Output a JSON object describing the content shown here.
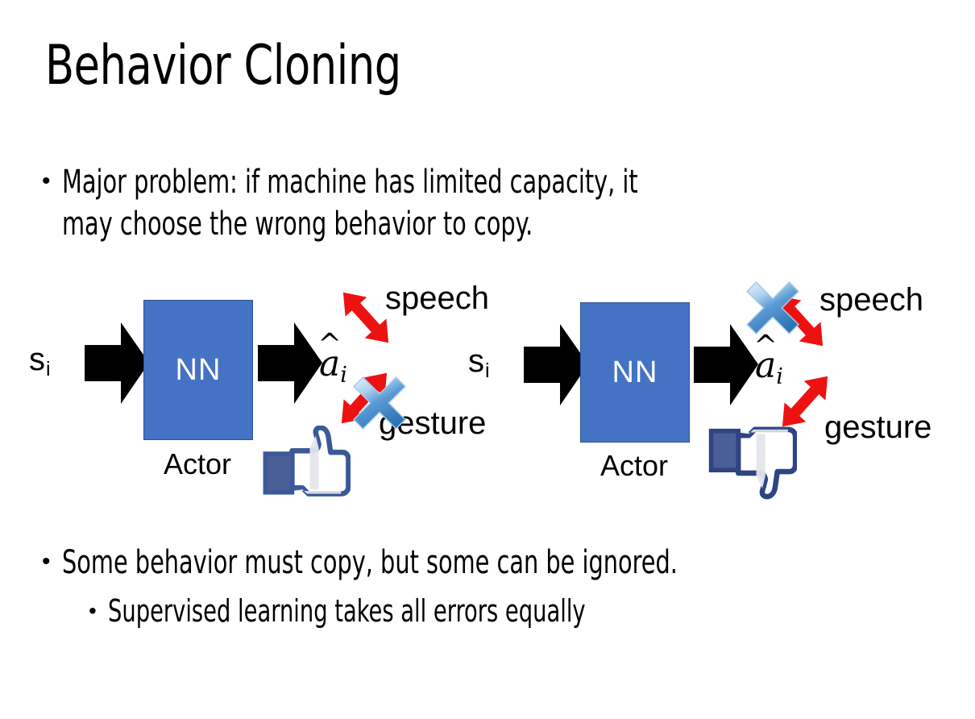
{
  "slide": {
    "title": "Behavior Cloning",
    "background_color": "#FFFFFF",
    "bullets": [
      {
        "marker": "•",
        "text": "Major problem: if machine has limited capacity, it\nmay choose the wrong behavior to copy.",
        "level": 1
      },
      {
        "marker": "•",
        "text": "Some behavior must copy, but some can be ignored.",
        "level": 1
      },
      {
        "marker": "•",
        "text": "Supervised learning takes all errors equally",
        "level": 2
      }
    ]
  },
  "colors": {
    "nn_box_fill": "#4472C4",
    "nn_box_border": "#2F528F",
    "arrow_black": "#000000",
    "arrow_red": "#EE1111",
    "x_blue_light": "#CBE0F4",
    "x_blue_mid": "#5B9BD5",
    "x_blue_dark": "#2E75B6",
    "thumb_blue": "#3B5998",
    "thumb_shade": "#E4E6EB",
    "text": "#000000"
  },
  "diagrams": [
    {
      "id": "left",
      "state_label": "s",
      "state_subscript": "i",
      "box_label": "NN",
      "box_caption": "Actor",
      "action_label": "a",
      "action_subscript": "i",
      "action_hat": true,
      "outputs": [
        {
          "name": "speech",
          "label": "speech",
          "direction": "up-right",
          "crossed": false
        },
        {
          "name": "gesture",
          "label": "gesture",
          "direction": "down-right",
          "crossed": true
        }
      ],
      "feedback_icon": "thumbs-up",
      "feedback_value": "positive"
    },
    {
      "id": "right",
      "state_label": "s",
      "state_subscript": "i",
      "box_label": "NN",
      "box_caption": "Actor",
      "action_label": "a",
      "action_subscript": "i",
      "action_hat": true,
      "outputs": [
        {
          "name": "speech",
          "label": "speech",
          "direction": "up-right",
          "crossed": true
        },
        {
          "name": "gesture",
          "label": "gesture",
          "direction": "down-right",
          "crossed": false
        }
      ],
      "feedback_icon": "thumbs-down",
      "feedback_value": "negative"
    }
  ]
}
